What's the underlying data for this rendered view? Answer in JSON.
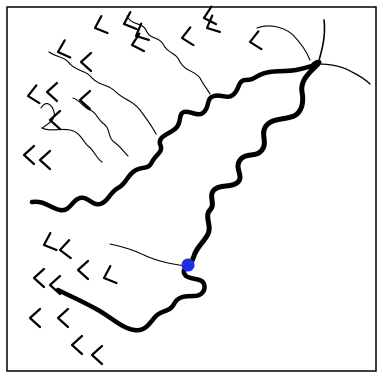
{
  "map": {
    "kind": "river-network-sketch",
    "colors": {
      "background": "#ffffff",
      "frame": "#000000",
      "river": "#000000",
      "point_marker": "#1e2ee6"
    },
    "features": {
      "main_river_count": 1,
      "fine_tributary_count": 6,
      "thick_tributary_count": 2,
      "hatch_marker_count": 26,
      "point_markers": [
        {
          "name": "location-dot",
          "color": "#1e2ee6"
        }
      ]
    }
  }
}
